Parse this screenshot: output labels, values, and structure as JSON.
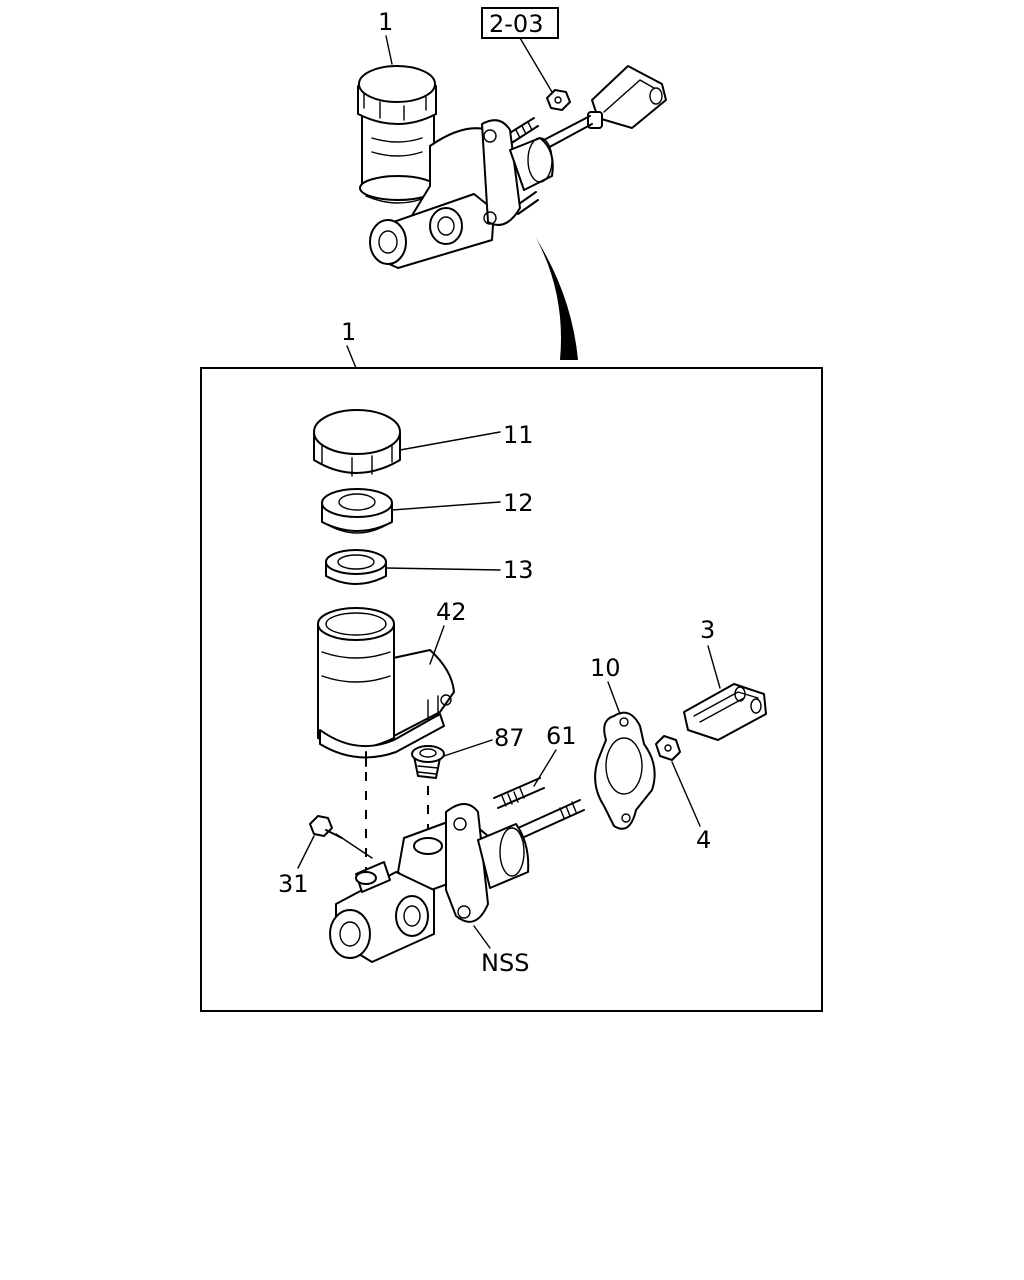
{
  "labels": {
    "top_assembly": "1",
    "ref_box": "2-03",
    "inset_assembly": "1",
    "cap": "11",
    "diaphragm": "12",
    "seal": "13",
    "reservoir": "42",
    "grommet": "87",
    "stud": "61",
    "gasket": "10",
    "clevis": "3",
    "nut": "4",
    "bolt": "31",
    "body": "NSS"
  },
  "icons": {
    "pointer": "curved-arrow-icon"
  }
}
